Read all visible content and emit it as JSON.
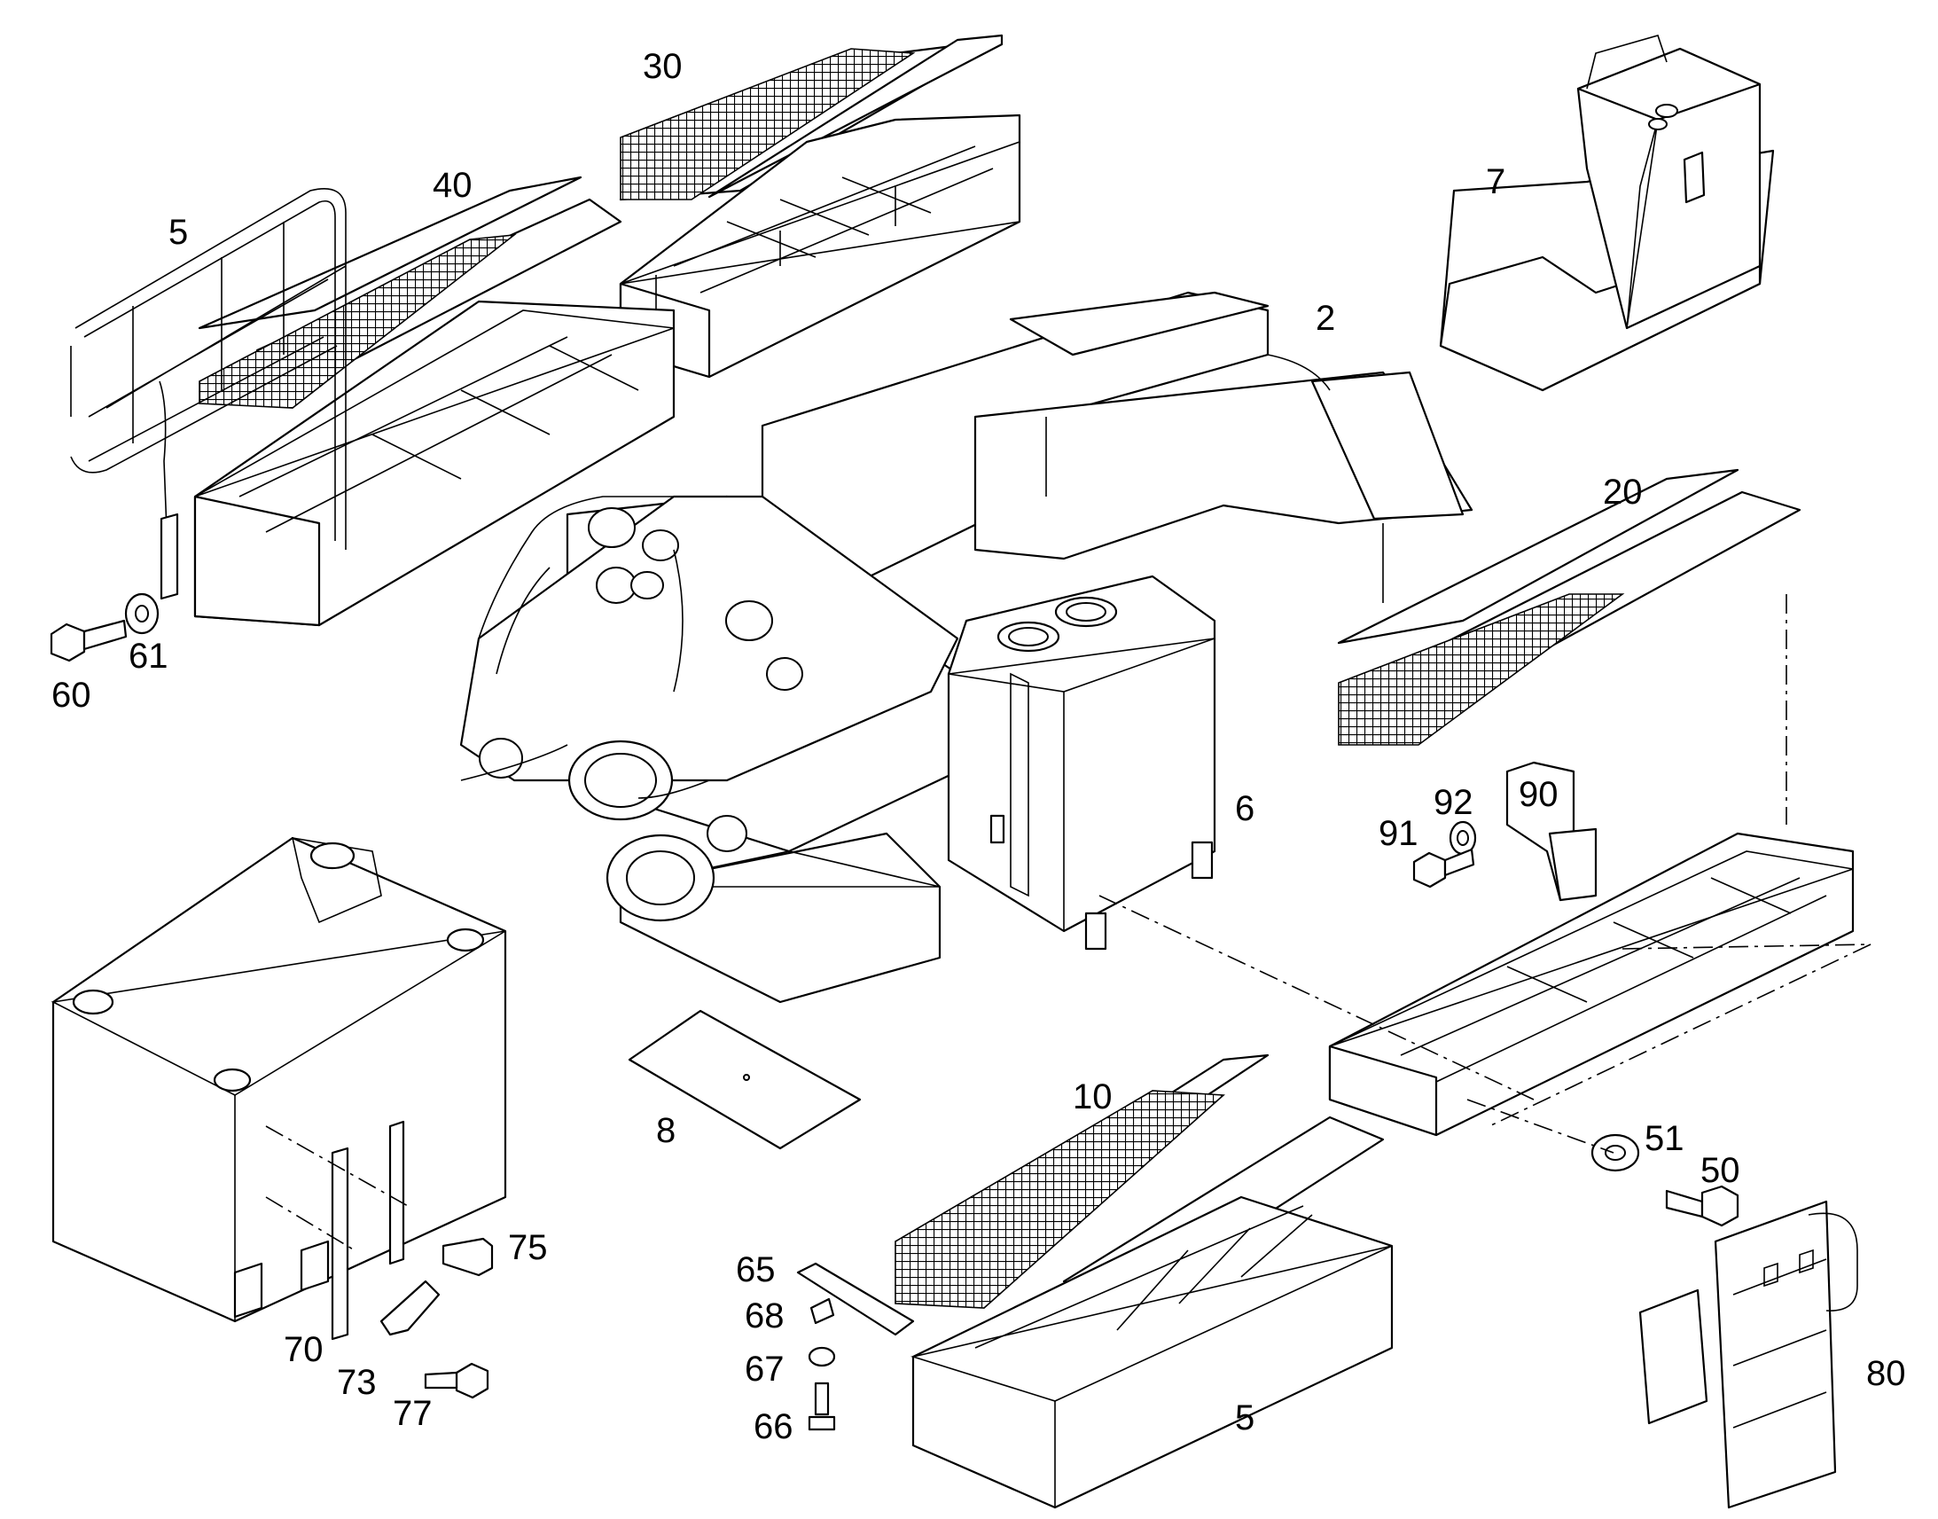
{
  "diagram": {
    "parts": [
      {
        "id": "frame",
        "label": "2"
      },
      {
        "id": "walkway-left",
        "label": "40"
      },
      {
        "id": "railing",
        "label": "5"
      },
      {
        "id": "walkway-top",
        "label": "30"
      },
      {
        "id": "cab-cover",
        "label": "7"
      },
      {
        "id": "walkway-right",
        "label": "20"
      },
      {
        "id": "tank",
        "label": "6"
      },
      {
        "id": "bracket-90",
        "label": "90"
      },
      {
        "id": "washer-92",
        "label": "92"
      },
      {
        "id": "bolt-91",
        "label": "91"
      },
      {
        "id": "bolt-60",
        "label": "60"
      },
      {
        "id": "washer-61",
        "label": "61"
      },
      {
        "id": "counterweight-box",
        "label": ""
      },
      {
        "id": "bar-70",
        "label": "70"
      },
      {
        "id": "clip-73",
        "label": "73"
      },
      {
        "id": "bolt-75",
        "label": "75"
      },
      {
        "id": "bolt-77",
        "label": "77"
      },
      {
        "id": "plate-8",
        "label": "8"
      },
      {
        "id": "walkway-bottom",
        "label": "10"
      },
      {
        "id": "box-5-bottom",
        "label": "5"
      },
      {
        "id": "plate-65",
        "label": "65"
      },
      {
        "id": "nut-68",
        "label": "68"
      },
      {
        "id": "washer-67",
        "label": "67"
      },
      {
        "id": "bolt-66",
        "label": "66"
      },
      {
        "id": "washer-51",
        "label": "51"
      },
      {
        "id": "bolt-50",
        "label": "50"
      },
      {
        "id": "ladder-80",
        "label": "80"
      }
    ]
  }
}
